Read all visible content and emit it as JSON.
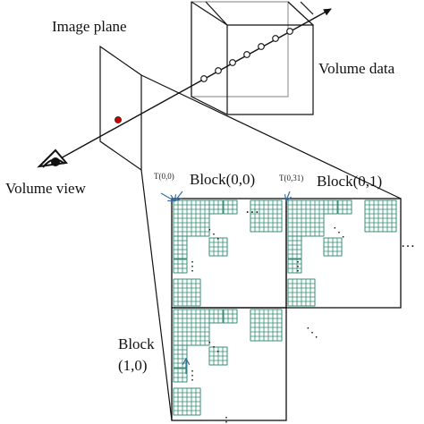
{
  "labels": {
    "image_plane": "Image plane",
    "volume_data": "Volume data",
    "volume_view": "Volume view",
    "block_00": "Block(0,0)",
    "block_01": "Block(0,1)",
    "block_10_line1": "Block",
    "block_10_line2": "(1,0)",
    "thread_00": "T(0,0)",
    "thread_031": "T(0,31)",
    "ellipsis_h": "…",
    "ellipsis_diag": "⋱",
    "ellipsis_v": "⋮"
  },
  "colors": {
    "line": "#111111",
    "grid": "#2e8b6e",
    "ray_point": "#cc0000",
    "arrow": "#3a6ea5"
  },
  "icons": {
    "eye": "eye-icon"
  }
}
